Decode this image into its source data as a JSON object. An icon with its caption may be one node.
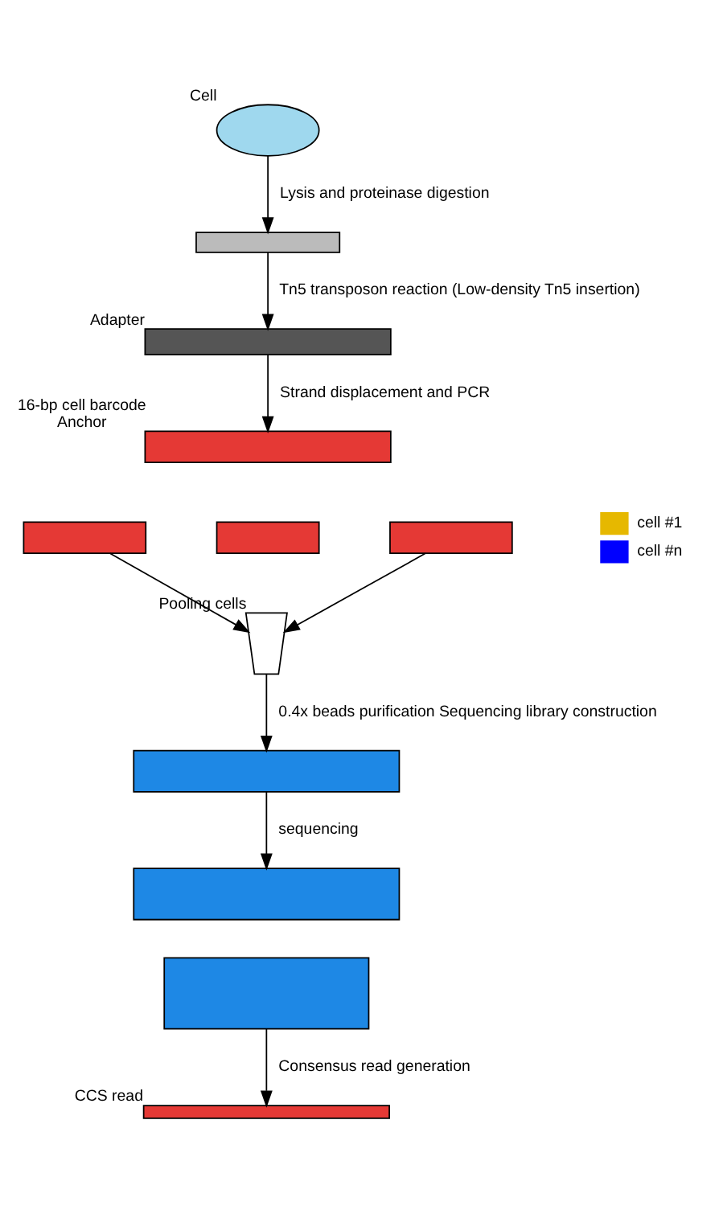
{
  "diagram": {
    "nodes": [
      {
        "text": [],
        "shape": "circle",
        "beside": [
          "Cell"
        ]
      },
      {
        "text": [],
        "shape": "bar"
      },
      {
        "text": [],
        "shape": "bar",
        "beside": [
          "Adapter"
        ]
      },
      {
        "text": [],
        "shape": "bar",
        "beside": [
          "16-bp cell barcode",
          "Anchor"
        ]
      },
      {
        "text": [],
        "shape": "bar"
      },
      {
        "text": [],
        "shape": "bar"
      },
      {
        "text": [],
        "shape": "bar"
      },
      {
        "text": [],
        "shape": "picture",
        "beside": [
          "Pooling cells"
        ]
      },
      {
        "text": [],
        "shape": "bar"
      },
      {
        "text": [],
        "shape": "bar"
      },
      {
        "text": [],
        "shape": "bar"
      },
      {
        "text": [],
        "shape": "bar",
        "beside": [
          "CCS read"
        ]
      }
    ],
    "edges": [
      {
        "from": 0,
        "to": 1,
        "arrow": "to",
        "label": "Lysis and proteinase digestion"
      },
      {
        "from": 1,
        "to": 2,
        "arrow": "to",
        "label": "Tn5 transposon reaction (Low-density Tn5 insertion)"
      },
      {
        "from": 2,
        "to": 3,
        "arrow": "to",
        "label": "Strand displacement and PCR"
      },
      {
        "from": 4,
        "to": 7,
        "arrow": "to"
      },
      {
        "from": 6,
        "to": 7,
        "arrow": "to"
      },
      {
        "from": 7,
        "to": 8,
        "arrow": "to",
        "label": "0.4x beads purification Sequencing library construction"
      },
      {
        "from": 8,
        "to": 9,
        "arrow": "to",
        "label": "sequencing"
      },
      {
        "from": 10,
        "to": 11,
        "arrow": "to",
        "label": "Consensus read generation"
      }
    ],
    "legend": [
      {
        "text": "cell #1",
        "color": "#e6b800"
      },
      {
        "text": "cell #n",
        "color": "#0000ff"
      }
    ]
  }
}
